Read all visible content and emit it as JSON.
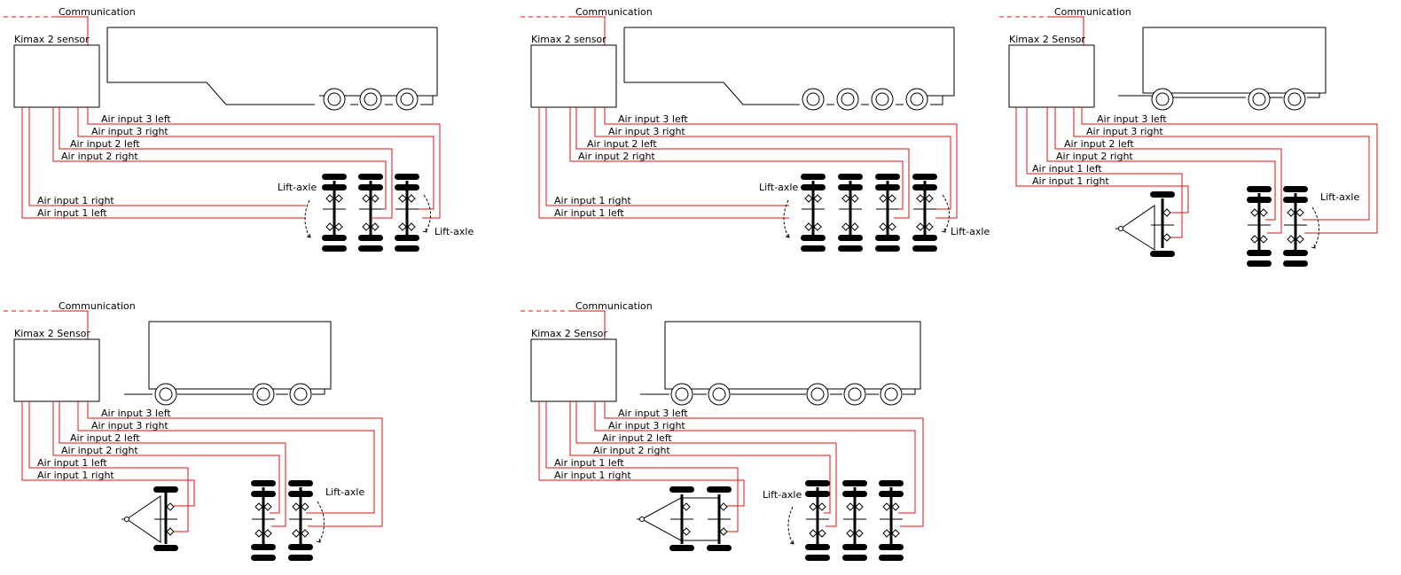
{
  "labels": {
    "communication": "Communication",
    "lift_axle": "Lift-axle"
  },
  "colors": {
    "air_line": "#e01010",
    "outline": "#000000",
    "background": "#ffffff"
  },
  "icons": [
    "trailer-body-icon",
    "wheel-icon",
    "tire-icon",
    "drawbar-icon",
    "air-bag-icon",
    "lift-arrow-icon"
  ],
  "diagrams": [
    {
      "id": "semi-3-axle",
      "sensor_label": "Kimax 2 sensor",
      "air_inputs": [
        "Air input 3 left",
        "Air input 3 right",
        "Air input 2 left",
        "Air input 2 right",
        "Air input 1 right",
        "Air input 1 left"
      ],
      "lift_axle_labels": [
        "Lift-axle",
        "Lift-axle"
      ]
    },
    {
      "id": "semi-4-axle",
      "sensor_label": "Kimax 2 sensor",
      "air_inputs": [
        "Air input 3 left",
        "Air input 3 right",
        "Air input 2 left",
        "Air input 2 right",
        "Air input 1 right",
        "Air input 1 left"
      ],
      "lift_axle_labels": [
        "Lift-axle",
        "Lift-axle"
      ]
    },
    {
      "id": "drawbar-3-axle",
      "sensor_label": "Kimax 2 Sensor",
      "air_inputs": [
        "Air input 3 left",
        "Air input 3 right",
        "Air input 2 left",
        "Air input 2 right",
        "Air input 1 left",
        "Air input 1 right"
      ],
      "lift_axle_labels": [
        "Lift-axle"
      ]
    },
    {
      "id": "drawbar-3-axle-b",
      "sensor_label": "Kimax 2 Sensor",
      "air_inputs": [
        "Air input 3 left",
        "Air input 3 right",
        "Air input 2 left",
        "Air input 2 right",
        "Air input 1 left",
        "Air input 1 right"
      ],
      "lift_axle_labels": [
        "Lift-axle"
      ]
    },
    {
      "id": "drawbar-5-axle",
      "sensor_label": "Kimax 2 Sensor",
      "air_inputs": [
        "Air input 3 left",
        "Air input 3 right",
        "Air input 2 left",
        "Air input 2 right",
        "Air input 1 left",
        "Air input 1 right"
      ],
      "lift_axle_labels": [
        "Lift-axle"
      ]
    }
  ]
}
